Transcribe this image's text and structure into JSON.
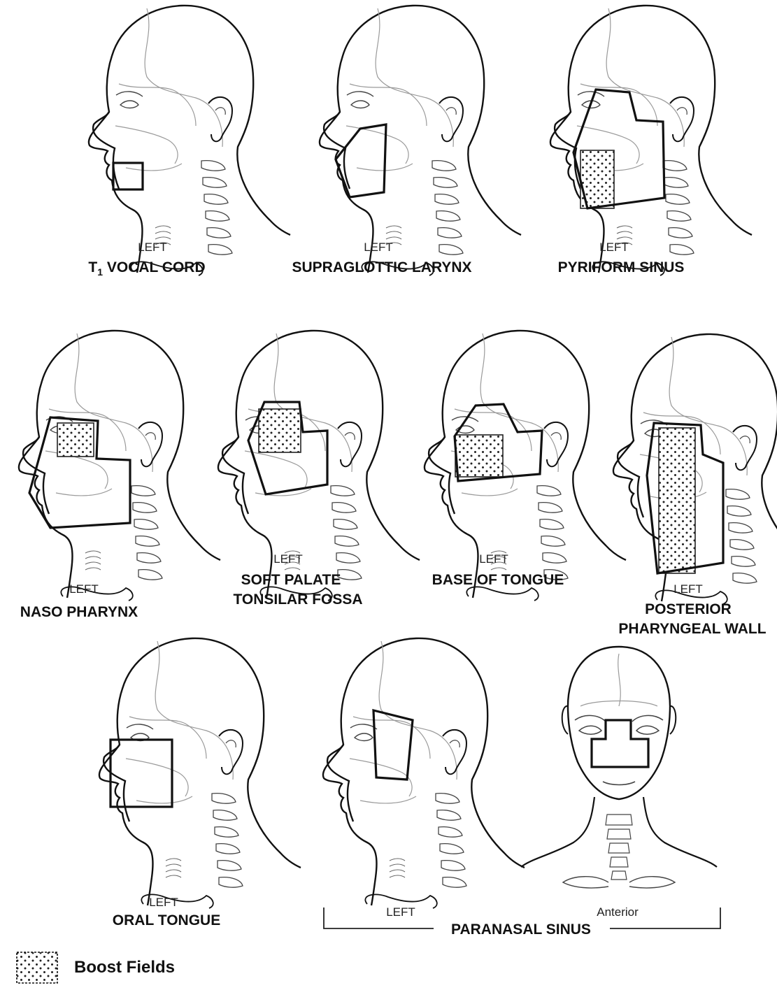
{
  "side_labels": {
    "t1_vocal_cord": "LEFT",
    "supraglottic_larynx": "LEFT",
    "pyriform_sinus": "LEFT",
    "naso_pharynx": "LEFT",
    "soft_palate": "LEFT",
    "base_of_tongue": "LEFT",
    "posterior_pharyngeal_wall": "LEFT",
    "oral_tongue": "LEFT",
    "paranasal_left": "LEFT",
    "paranasal_anterior": "Anterior"
  },
  "field_titles": {
    "t1_vocal_cord_rest": " VOCAL CORD",
    "t1_main": "T",
    "t1_sub": "1",
    "supraglottic_larynx": "SUPRAGLOTTIC LARYNX",
    "pyriform_sinus": "PYRIFORM SINUS",
    "naso_pharynx": "NASO PHARYNX",
    "soft_palate_line1": "SOFT PALATE",
    "soft_palate_line2": "TONSILAR FOSSA",
    "base_of_tongue": "BASE OF TONGUE",
    "posterior_line1": "POSTERIOR",
    "posterior_line2": "PHARYNGEAL WALL",
    "oral_tongue": "ORAL TONGUE",
    "paranasal_sinus": "PARANASAL SINUS"
  },
  "legend": {
    "label": "Boost Fields",
    "swatch_icon": "dotted-pattern-swatch"
  },
  "colors": {
    "outline": "#111111",
    "anatomy": "#9a9a9a",
    "background": "#ffffff"
  }
}
